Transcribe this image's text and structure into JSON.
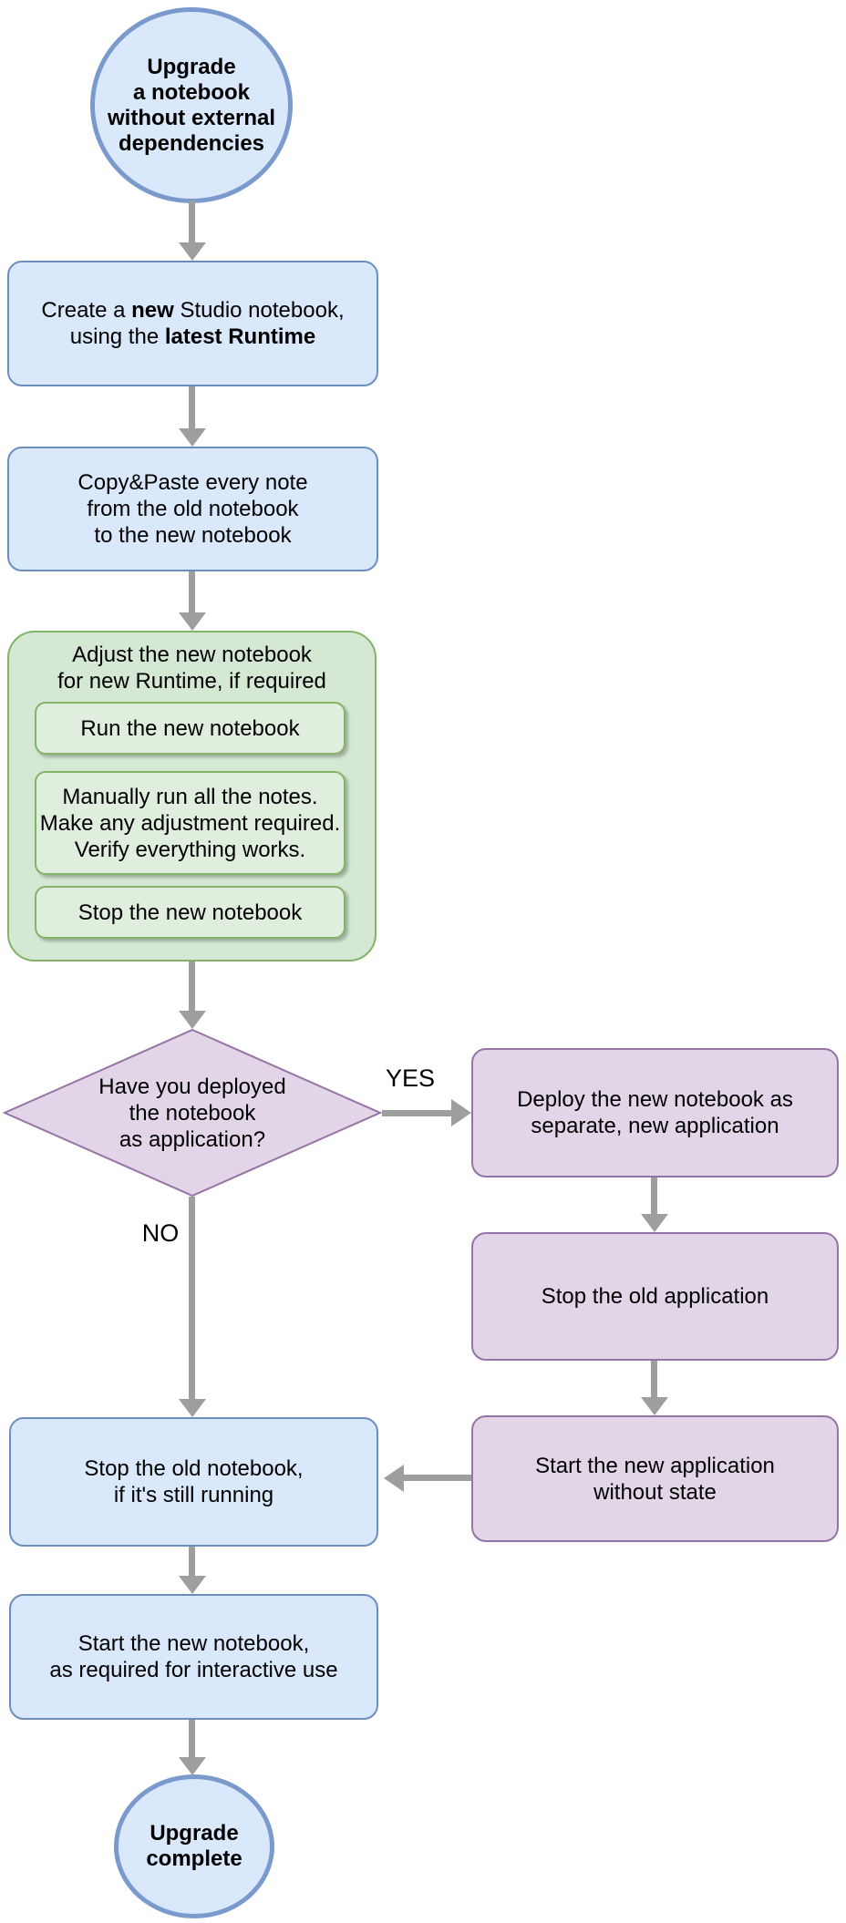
{
  "colors": {
    "blue-fill": "#dae8fc",
    "blue-stroke": "#6c8ebf",
    "circle-stroke": "#7a99cc",
    "green-fill": "#d5e8d4",
    "green-inner-fill": "#dfeedd",
    "green-stroke": "#82b366",
    "purple-fill": "#e1d5e7",
    "purple-stroke": "#9673a6",
    "arrow": "#9e9e9e",
    "text": "#000000"
  },
  "flow": {
    "start": "Upgrade\na notebook\nwithout external\ndependencies",
    "create_box": {
      "seg1": "Create a ",
      "seg2_bold": "new",
      "seg3": " Studio notebook,\nusing the ",
      "seg4_bold": "latest Runtime"
    },
    "copy_box": "Copy&Paste every note\nfrom the old notebook\nto the new notebook",
    "adjust_group": {
      "title": "Adjust the new notebook\nfor new Runtime, if required",
      "steps": [
        "Run the new notebook",
        "Manually run all the notes.\nMake any adjustment required.\nVerify everything works.",
        "Stop the new notebook"
      ]
    },
    "decision": "Have you deployed\nthe notebook\nas application?",
    "yes_label": "YES",
    "no_label": "NO",
    "deploy_box": "Deploy the new notebook as\nseparate, new application",
    "stop_app_box": "Stop the old application",
    "start_app_box": "Start the new application\nwithout state",
    "stop_notebook_box": "Stop the old notebook,\nif it's still running",
    "start_notebook_box": "Start the new notebook,\nas required for interactive use",
    "end": "Upgrade\ncomplete"
  }
}
